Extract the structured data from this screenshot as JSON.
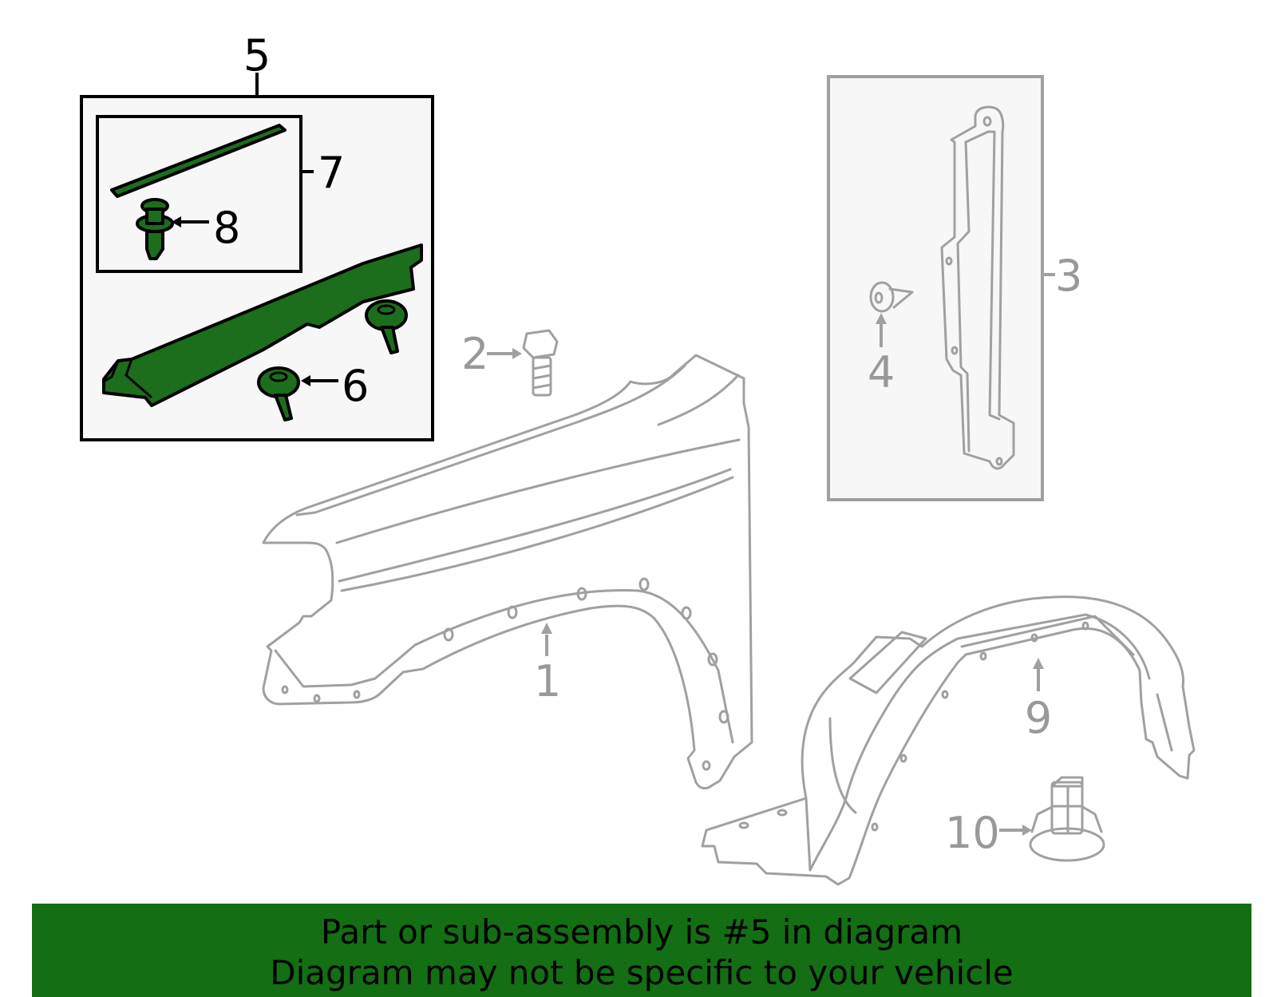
{
  "callouts": {
    "c1": "1",
    "c2": "2",
    "c3": "3",
    "c4": "4",
    "c5": "5",
    "c6": "6",
    "c7": "7",
    "c8": "8",
    "c9": "9",
    "c10": "10"
  },
  "highlighted_part": "5",
  "banner": {
    "line1": "Part or sub-assembly is #5 in diagram",
    "line2": "Diagram may not be specific to your vehicle"
  },
  "colors": {
    "highlight_part": "#1c6e1c",
    "inactive_part": "#a0a0a0",
    "banner_background": "#146e14",
    "panel_background": "#f7f7f7"
  }
}
